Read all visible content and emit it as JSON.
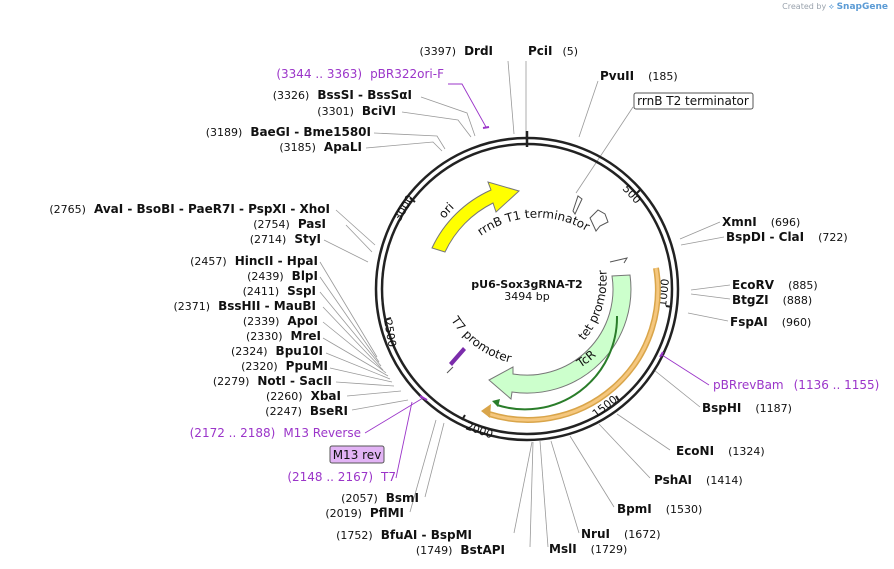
{
  "watermark": {
    "created_by": "Created by",
    "brand": "SnapGene"
  },
  "plasmid": {
    "name": "pU6-Sox3gRNA-T2",
    "size_label": "3494 bp",
    "total_bp": 3494
  },
  "ticks": [
    "500",
    "1000",
    "1500",
    "2000",
    "2500",
    "3000"
  ],
  "features": {
    "ori": "ori",
    "rrnb_t1": "rrnB T1 terminator",
    "tet_promoter": "tet promoter",
    "tcr": "TcR",
    "t7_promoter": "T7 promoter",
    "rrnb_t2_box": "rrnB T2 terminator",
    "m13_rev_box": "M13 rev"
  },
  "sites": [
    {
      "name": "DrdI",
      "pos": "(3397)"
    },
    {
      "name": "PciI",
      "pos": "(5)"
    },
    {
      "name": "PvuII",
      "pos": "(185)"
    },
    {
      "name": "BssSI  -  BssSαI",
      "pos": "(3326)"
    },
    {
      "name": "BciVI",
      "pos": "(3301)"
    },
    {
      "name": "BaeGI  -  Bme1580I",
      "pos": "(3189)"
    },
    {
      "name": "ApaLI",
      "pos": "(3185)"
    },
    {
      "name": "AvaI  -  BsoBI  -  PaeR7I  -  PspXI  -  XhoI",
      "pos": "(2765)"
    },
    {
      "name": "PasI",
      "pos": "(2754)"
    },
    {
      "name": "StyI",
      "pos": "(2714)"
    },
    {
      "name": "HincII  -  HpaI",
      "pos": "(2457)"
    },
    {
      "name": "BlpI",
      "pos": "(2439)"
    },
    {
      "name": "SspI",
      "pos": "(2411)"
    },
    {
      "name": "BssHII  -  MauBI",
      "pos": "(2371)"
    },
    {
      "name": "ApoI",
      "pos": "(2339)"
    },
    {
      "name": "MreI",
      "pos": "(2330)"
    },
    {
      "name": "Bpu10I",
      "pos": "(2324)"
    },
    {
      "name": "PpuMI",
      "pos": "(2320)"
    },
    {
      "name": "NotI  -  SacII",
      "pos": "(2279)"
    },
    {
      "name": "XbaI",
      "pos": "(2260)"
    },
    {
      "name": "BseRI",
      "pos": "(2247)"
    },
    {
      "name": "XmnI",
      "pos": "(696)"
    },
    {
      "name": "BspDI  -  ClaI",
      "pos": "(722)"
    },
    {
      "name": "EcoRV",
      "pos": "(885)"
    },
    {
      "name": "BtgZI",
      "pos": "(888)"
    },
    {
      "name": "FspAI",
      "pos": "(960)"
    },
    {
      "name": "BspHI",
      "pos": "(1187)"
    },
    {
      "name": "EcoNI",
      "pos": "(1324)"
    },
    {
      "name": "PshAI",
      "pos": "(1414)"
    },
    {
      "name": "BpmI",
      "pos": "(1530)"
    },
    {
      "name": "NruI",
      "pos": "(1672)"
    },
    {
      "name": "MslI",
      "pos": "(1729)"
    },
    {
      "name": "BfuAI  -  BspMI",
      "pos": "(1752)"
    },
    {
      "name": "BstAPI",
      "pos": "(1749)"
    },
    {
      "name": "BsmI",
      "pos": "(2057)"
    },
    {
      "name": "PflMI",
      "pos": "(2019)"
    }
  ],
  "primers": [
    {
      "range": "(3344 .. 3363)",
      "name": "pBR322ori-F"
    },
    {
      "name": "pBRrevBam",
      "range": "(1136 .. 1155)"
    },
    {
      "range": "(2172 .. 2188)",
      "name": "M13 Reverse"
    },
    {
      "range": "(2148 .. 2167)",
      "name": "T7"
    }
  ],
  "colors": {
    "ori": "#ffff00",
    "tcr": "#ccffcc",
    "tcr_orf": "#f5c77e",
    "primer": "#9b35c9",
    "m13_box": "#e2b3f5"
  }
}
